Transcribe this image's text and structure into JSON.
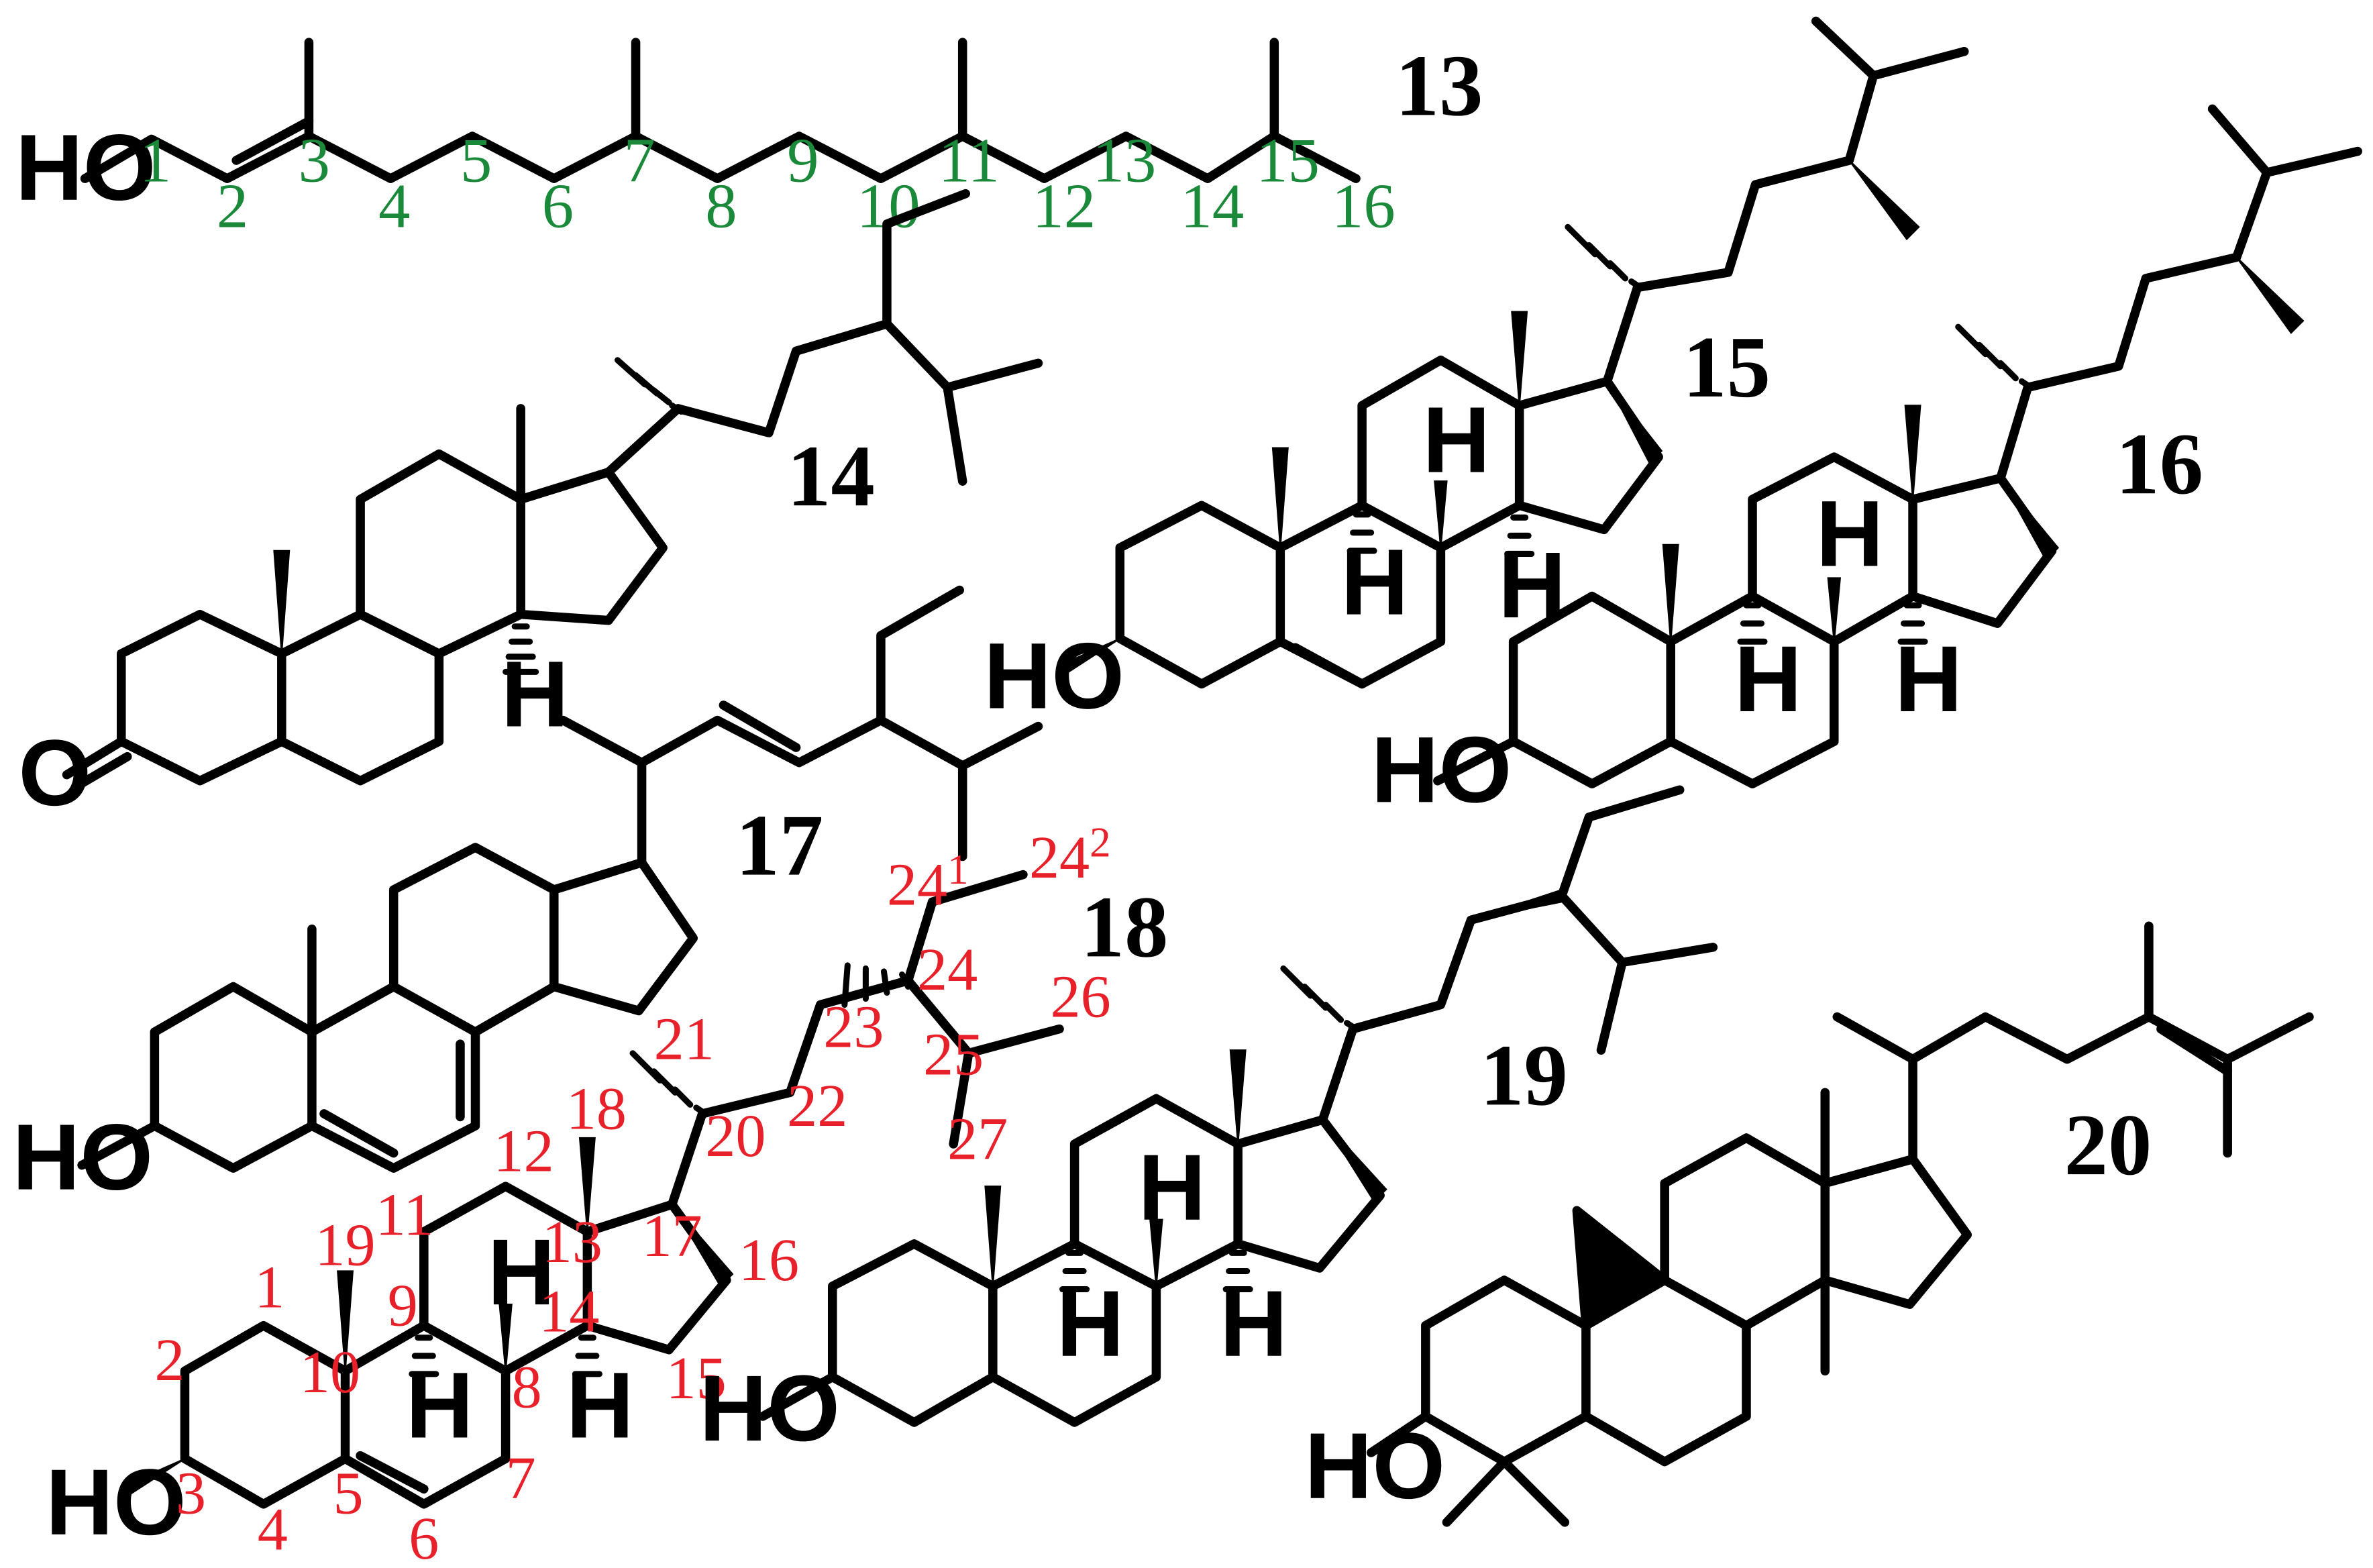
{
  "colors": {
    "bond": "#000000",
    "phytol_numbering": "#1a8a3a",
    "sterol_numbering": "#e8202a"
  },
  "compounds": {
    "c13": {
      "id": "13",
      "hydroxyl": "HO"
    },
    "c14": {
      "id": "14",
      "oxygen": "O",
      "h14": "H"
    },
    "c15": {
      "id": "15",
      "hydroxyl": "HO",
      "h8": "H",
      "h9": "H",
      "h14": "H"
    },
    "c16": {
      "id": "16",
      "hydroxyl": "HO",
      "h8": "H",
      "h9": "H",
      "h14": "H"
    },
    "c17": {
      "id": "17",
      "hydroxyl": "HO"
    },
    "c18": {
      "id": "18",
      "hydroxyl": "HO",
      "h8": "H",
      "h9": "H",
      "h14": "H"
    },
    "c19": {
      "id": "19",
      "hydroxyl": "HO",
      "h8": "H",
      "h9": "H",
      "h14": "H"
    },
    "c20": {
      "id": "20",
      "hydroxyl": "HO"
    }
  },
  "phytol_numbering": [
    "1",
    "2",
    "3",
    "4",
    "5",
    "6",
    "7",
    "8",
    "9",
    "10",
    "11",
    "12",
    "13",
    "14",
    "15",
    "16"
  ],
  "sterol_numbering": {
    "ring": [
      "1",
      "2",
      "3",
      "4",
      "5",
      "6",
      "7",
      "8",
      "9",
      "10",
      "11",
      "12",
      "13",
      "14",
      "15",
      "16",
      "17"
    ],
    "methyls": [
      "18",
      "19"
    ],
    "side_chain": [
      "20",
      "21",
      "22",
      "23",
      "24",
      "25",
      "26",
      "27"
    ],
    "c24_1_base": "24",
    "c24_1_sup": "1",
    "c24_2_base": "24",
    "c24_2_sup": "2"
  }
}
